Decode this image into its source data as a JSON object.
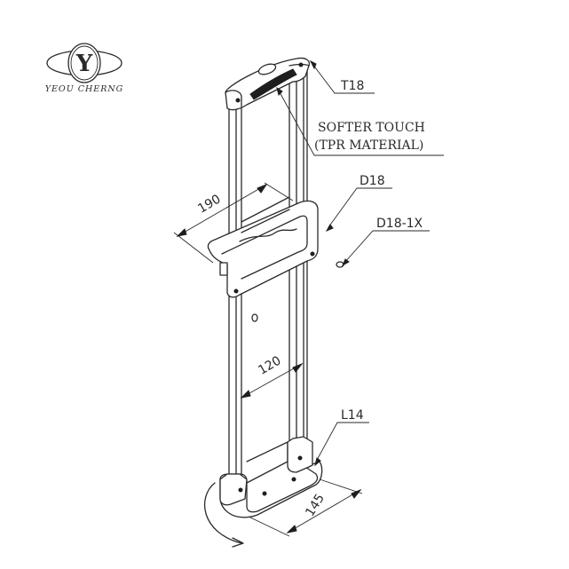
{
  "logo": {
    "monogram": "Y",
    "company_name": "YEOU CHERNG"
  },
  "drawing": {
    "subject": "telescopic luggage trolley handle",
    "line_color": "#2a2a2a",
    "background": "#ffffff"
  },
  "callouts": {
    "handle_part": "T18",
    "grip_line1": "SOFTER TOUCH",
    "grip_line2": "(TPR MATERIAL)",
    "bracket_part": "D18",
    "screw_part": "D18-1X",
    "base_part": "L14"
  },
  "dimensions": {
    "bracket_width": "190",
    "tube_spacing": "120",
    "base_width": "145"
  }
}
